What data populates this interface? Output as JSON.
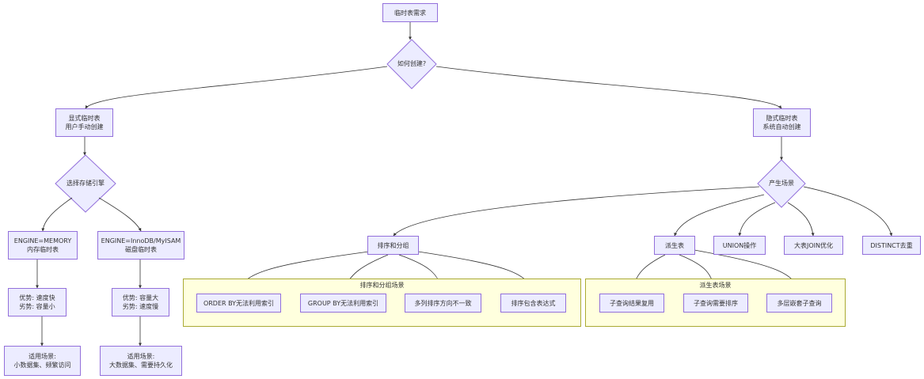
{
  "colors": {
    "node_fill": "#ececff",
    "node_stroke": "#9370db",
    "edge": "#333333",
    "cluster_fill": "#ffffde",
    "cluster_stroke": "#aaaa33"
  },
  "nodes": {
    "root": "临时表需求",
    "decision_how": "如何创建?",
    "explicit": [
      "显式临时表",
      "用户手动创建"
    ],
    "implicit": [
      "隐式临时表",
      "系统自动创建"
    ],
    "decision_engine": "选择存储引擎",
    "memory": [
      "ENGINE=MEMORY",
      "内存临时表"
    ],
    "innodb": [
      "ENGINE=InnoDB/MyISAM",
      "磁盘临时表"
    ],
    "memory_pros": [
      "优势: 速度快",
      "劣势: 容量小"
    ],
    "innodb_pros": [
      "优势: 容量大",
      "劣势: 速度慢"
    ],
    "memory_use": [
      "适用场景:",
      "小数据集、频繁访问"
    ],
    "innodb_use": [
      "适用场景:",
      "大数据集、需要持久化"
    ],
    "decision_scene": "产生场景",
    "sort_group": "排序和分组",
    "derived": "派生表",
    "union": "UNION操作",
    "join": "大表JOIN优化",
    "distinct": "DISTINCT去重",
    "order_by": "ORDER BY无法利用索引",
    "group_by": "GROUP BY无法利用索引",
    "multi_sort": "多列排序方向不一致",
    "sort_expr": "排序包含表达式",
    "subquery_reuse": "子查询结果复用",
    "subquery_sort": "子查询需要排序",
    "nested_subquery": "多层嵌套子查询"
  },
  "clusters": {
    "sort_group_scene": "排序和分组场景",
    "derived_scene": "派生表场景"
  }
}
